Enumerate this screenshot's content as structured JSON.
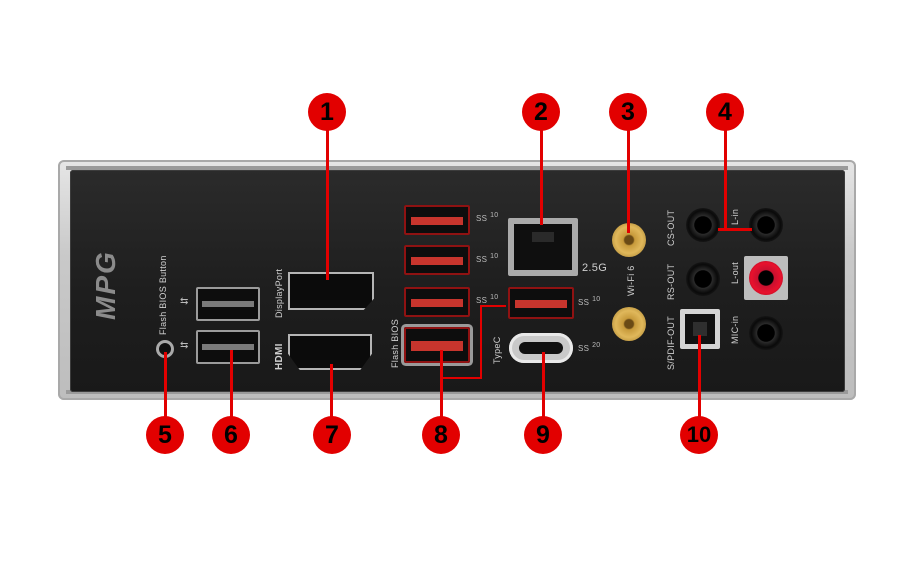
{
  "labels": {
    "brand_logo": "MPG",
    "flash_bios_button": "Flash BIOS Button",
    "displayport": "DisplayPort",
    "hdmi": "HDMI",
    "flash_bios": "Flash BIOS",
    "typec": "TypeC",
    "lan_speed": "2.5G",
    "wifi": "Wi-Fi 6",
    "cs_out": "CS-OUT",
    "rs_out": "RS-OUT",
    "spdif_out": "S/PDIF-OUT",
    "line_in": "L-in",
    "line_out": "L-out",
    "mic_in": "MIC-in",
    "usb_speed_10": "10",
    "usb_speed_20": "20",
    "usb_ss": "SS"
  },
  "callouts": [
    {
      "num": "1"
    },
    {
      "num": "2"
    },
    {
      "num": "3"
    },
    {
      "num": "4"
    },
    {
      "num": "5"
    },
    {
      "num": "6"
    },
    {
      "num": "7"
    },
    {
      "num": "8"
    },
    {
      "num": "9"
    },
    {
      "num": "10"
    }
  ],
  "colors": {
    "callout": "#e20000",
    "usb_red": "#c7352d",
    "plate": "#1e1e1e"
  }
}
